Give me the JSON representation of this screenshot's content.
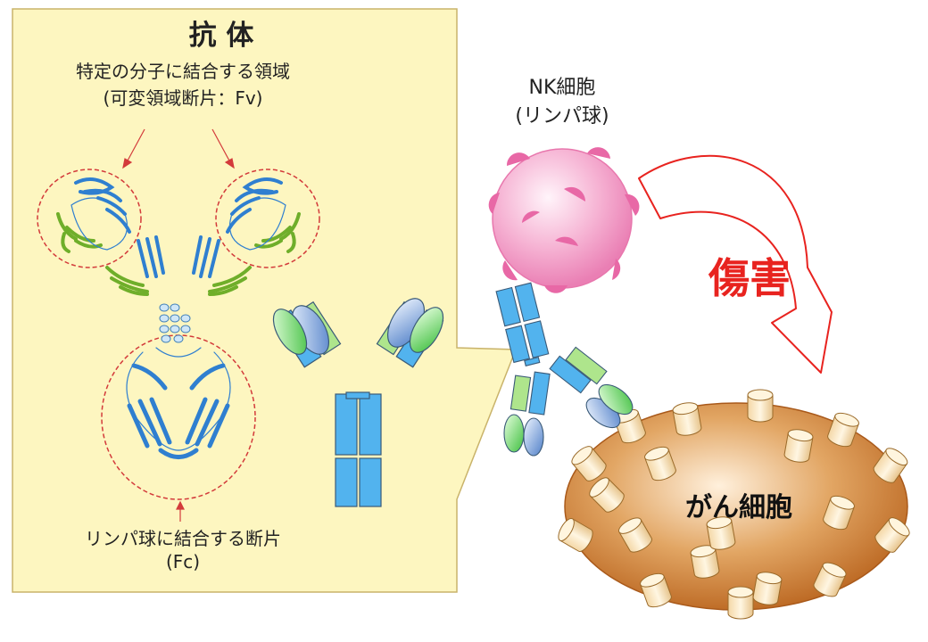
{
  "panel": {
    "title": "抗 体",
    "fv_label": "特定の分子に結合する領域",
    "fv_sublabel": "(可変領域断片：Fv)",
    "fc_label": "リンパ球に結合する断片",
    "fc_sublabel": "(Fc)",
    "background_color": "#fdf6c0",
    "border_color": "#c9b36a"
  },
  "nk_cell": {
    "label": "NK細胞",
    "sublabel": "(リンパ球)",
    "color": "#f8a8cf"
  },
  "cancer_cell": {
    "label": "がん細胞",
    "color": "#d58a3c"
  },
  "damage": {
    "label": "傷害",
    "color": "#e8231f"
  },
  "colors": {
    "heavy_chain": "#52b3ee",
    "light_chain": "#aee58c",
    "variable_heavy": "#7fa7de",
    "variable_light": "#62d262",
    "protein_blue": "#2f7fd0",
    "protein_green": "#6fae2a",
    "dashed_circle": "#d33b3b"
  }
}
